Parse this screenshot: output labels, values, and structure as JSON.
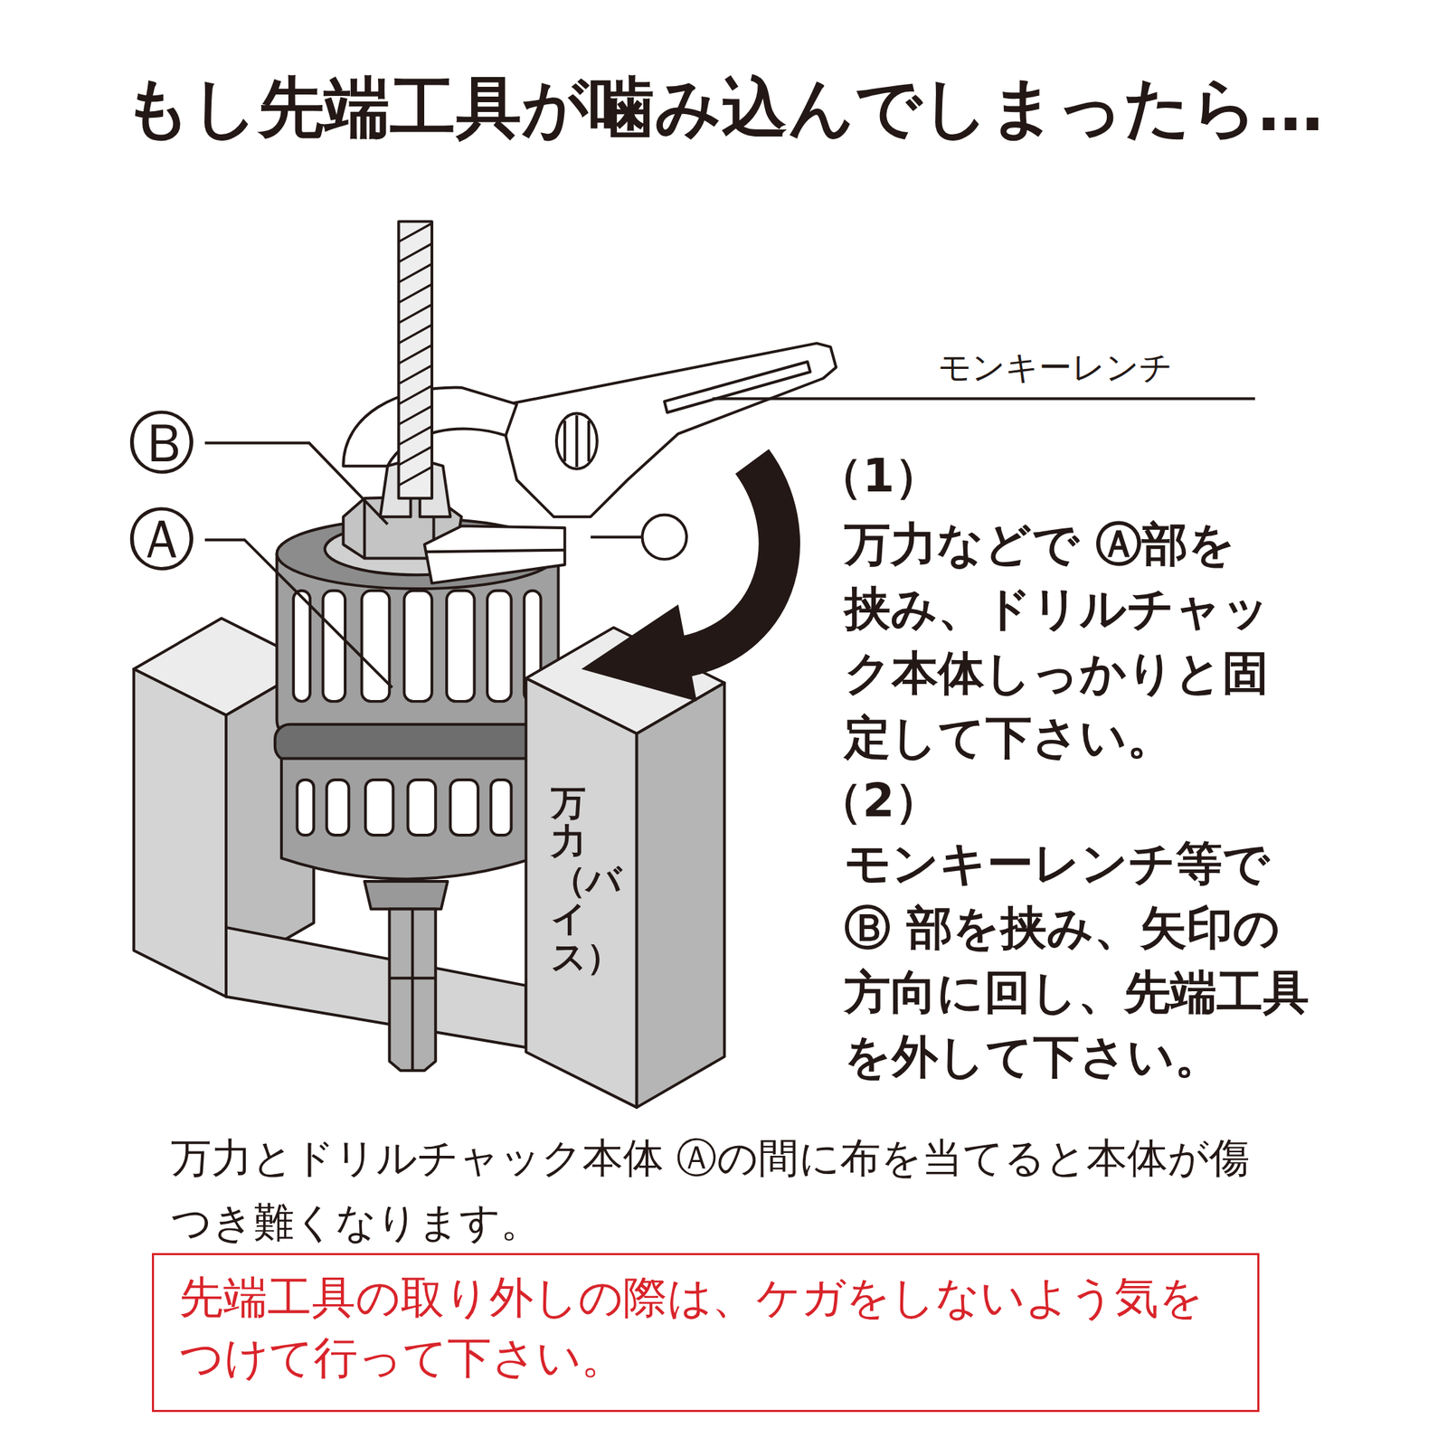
{
  "diagram": {
    "title": "もし先端工具が噛み込んでしまったら…",
    "nodes": [
      {
        "text": [
          "先端工具の取り外しの際は、ケガをしないよう気をつけて行って下さい。"
        ]
      }
    ],
    "labels": [
      "モンキーレンチ",
      "Ⓑ",
      "Ⓐ",
      "（1）",
      "万力などで Ⓐ部を挟み、ドリルチャック本体しっかりと固定して下さい。",
      "（2）",
      "モンキーレンチ等で Ⓑ 部を挟み、矢印の方向に回し、先端工具を外して下さい。",
      "万力（バイス）",
      "万力とドリルチャック本体 Ⓐの間に布を当てると本体が傷つき難くなります。"
    ]
  }
}
